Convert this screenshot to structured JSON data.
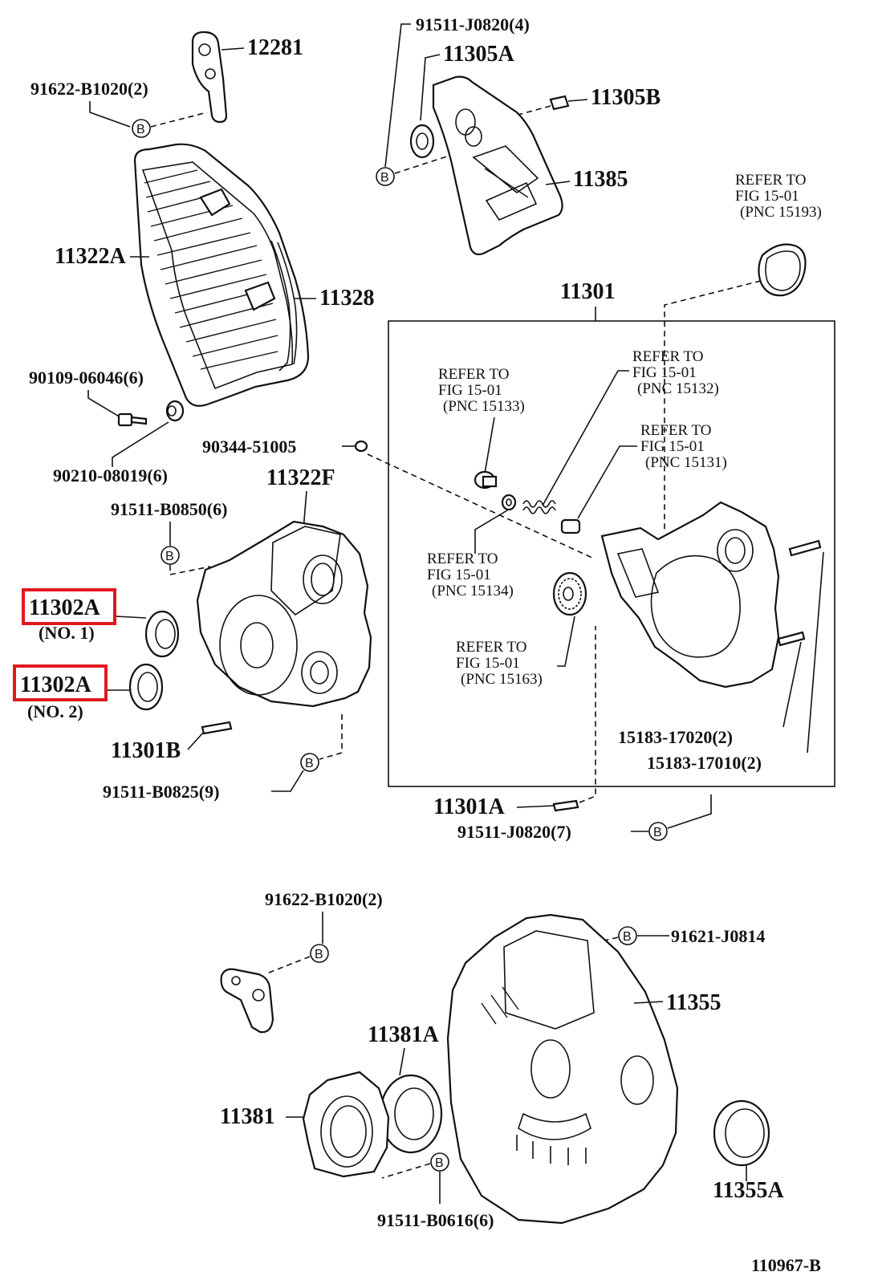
{
  "labels": {
    "p12281": "12281",
    "p91622_top": "91622-B1020(2)",
    "p91511_j0820_4": "91511-J0820(4)",
    "p11305A": "11305A",
    "p11305B": "11305B",
    "p11385": "11385",
    "p11322A": "11322A",
    "p11328": "11328",
    "p90109": "90109-06046(6)",
    "p90210": "90210-08019(6)",
    "p90344": "90344-51005",
    "p11322F": "11322F",
    "p91511_b0850": "91511-B0850(6)",
    "p11302A_1": "11302A",
    "p11302A_1_sub": "(NO. 1)",
    "p11302A_2": "11302A",
    "p11302A_2_sub": "(NO. 2)",
    "p11301B": "11301B",
    "p91511_b0825": "91511-B0825(9)",
    "p11301": "11301",
    "p11301A": "11301A",
    "p91511_j0820_7": "91511-J0820(7)",
    "p15183_17020": "15183-17020(2)",
    "p15183_17010": "15183-17010(2)",
    "p91622_bot": "91622-B1020(2)",
    "p91621": "91621-J0814",
    "p11355": "11355",
    "p11381A": "11381A",
    "p11381": "11381",
    "p11355A": "11355A",
    "p91511_b0616": "91511-B0616(6)",
    "fig_code": "110967-B"
  },
  "references": {
    "ref_15193": {
      "line1": "REFER TO",
      "line2": "FIG 15-01",
      "line3": "(PNC 15193)"
    },
    "ref_15133": {
      "line1": "REFER TO",
      "line2": "FIG 15-01",
      "line3": "(PNC 15133)"
    },
    "ref_15132": {
      "line1": "REFER TO",
      "line2": "FIG 15-01",
      "line3": "(PNC 15132)"
    },
    "ref_15131": {
      "line1": "REFER TO",
      "line2": "FIG 15-01",
      "line3": "(PNC 15131)"
    },
    "ref_15134": {
      "line1": "REFER TO",
      "line2": "FIG 15-01",
      "line3": "(PNC 15134)"
    },
    "ref_15163": {
      "line1": "REFER TO",
      "line2": "FIG 15-01",
      "line3": "(PNC 15163)"
    }
  },
  "bolt_marker": "B",
  "highlight_color": "#e0191f"
}
